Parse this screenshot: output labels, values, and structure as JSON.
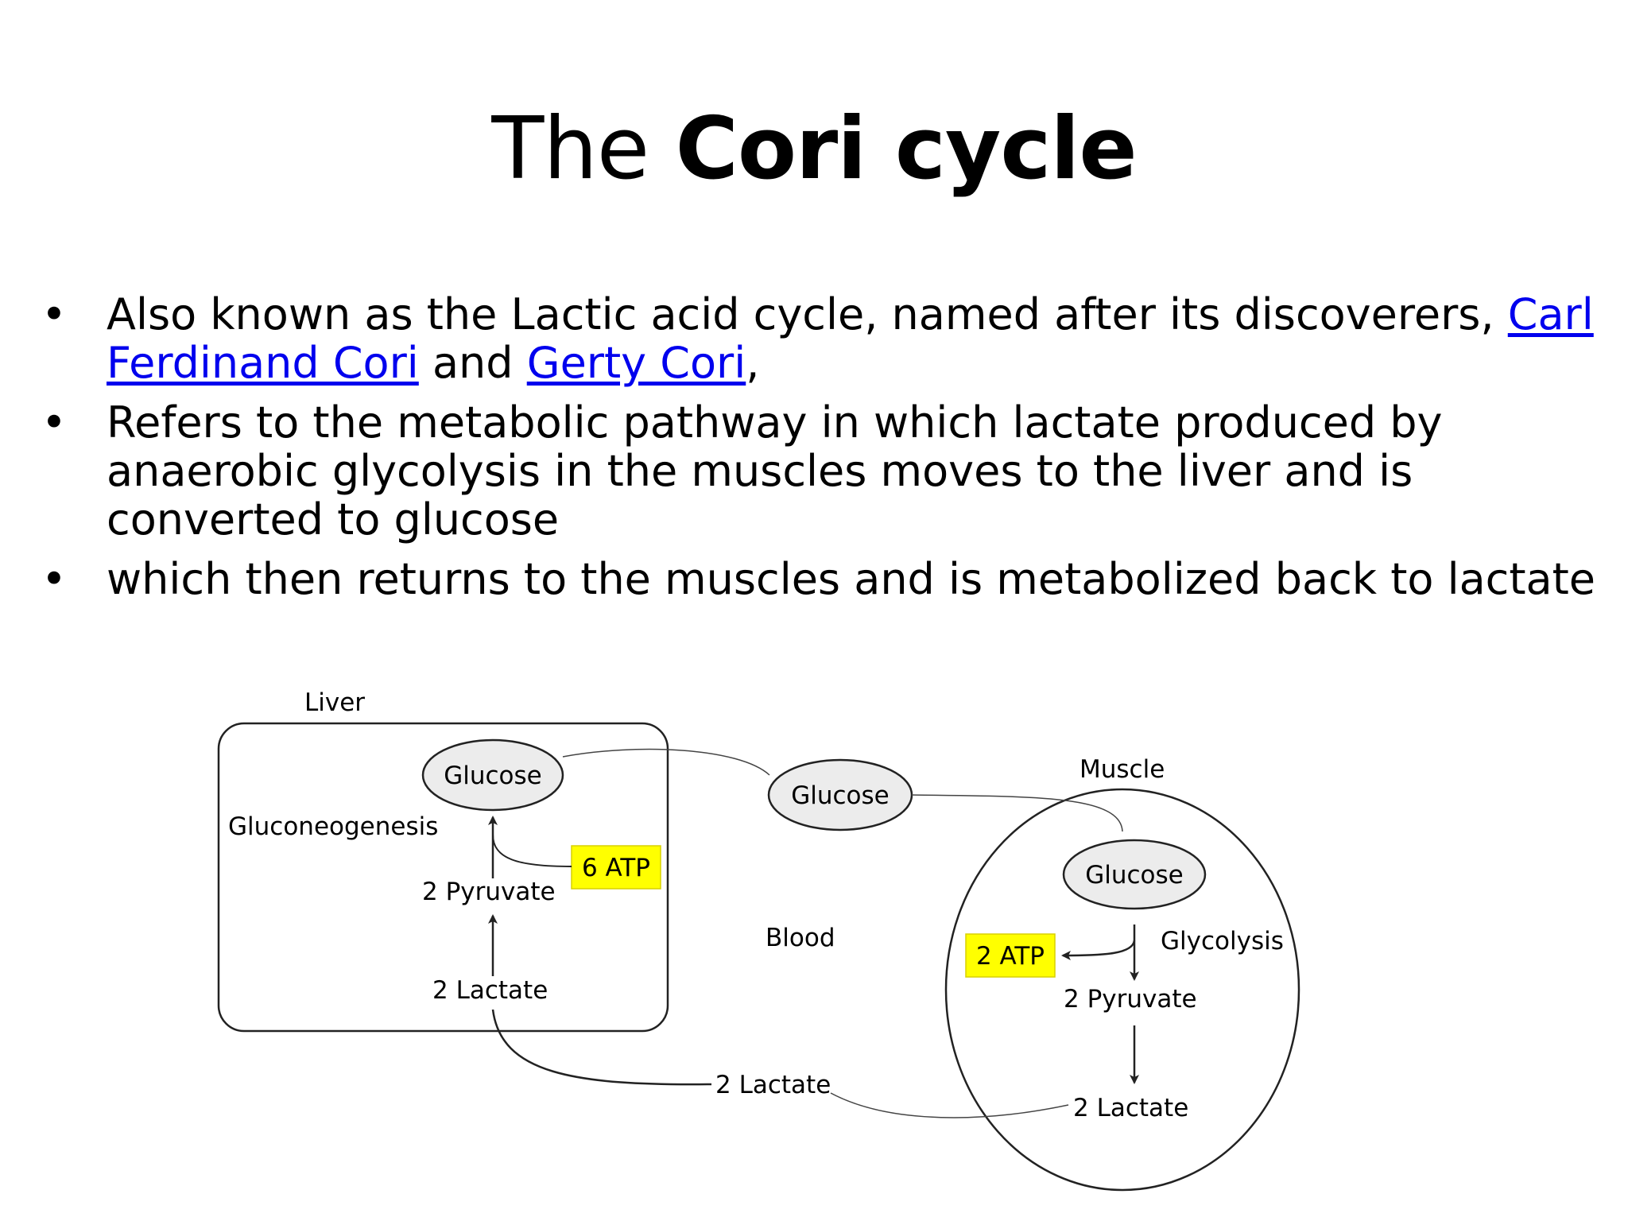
{
  "title": {
    "plain": "The",
    "bold": "Cori cycle"
  },
  "bullets": [
    {
      "text_1": "Also known as the Lactic acid cycle, named after its discoverers, ",
      "link_1": "Carl Ferdinand Cori",
      "text_2": " and ",
      "link_2": "Gerty Cori",
      "text_3": ","
    },
    {
      "text": "Refers to the metabolic pathway in   which  lactate produced by anaerobic glycolysis in the muscles moves to the liver and is converted to glucose"
    },
    {
      "text": "which then returns to the muscles and is metabolized back to lactate"
    }
  ],
  "bullet_symbol": "•",
  "diagram": {
    "liver": {
      "label": "Liver",
      "process": "Gluconeogenesis",
      "glucose": "Glucose",
      "atp": "6 ATP",
      "pyruvate": "2 Pyruvate",
      "lactate": "2 Lactate"
    },
    "blood": {
      "label": "Blood",
      "glucose": "Glucose",
      "lactate": "2 Lactate"
    },
    "muscle": {
      "label": "Muscle",
      "glucose": "Glucose",
      "process": "Glycolysis",
      "atp": "2 ATP",
      "pyruvate": "2 Pyruvate",
      "lactate": "2 Lactate"
    },
    "colors": {
      "atp_highlight": "#ffff00",
      "ellipse_fill": "#ececec",
      "stroke": "#222222"
    }
  }
}
